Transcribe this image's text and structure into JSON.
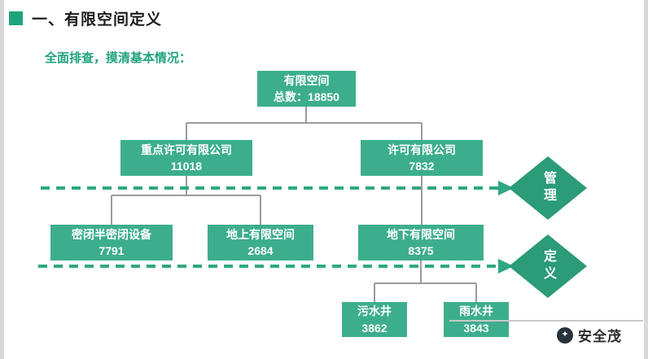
{
  "header": {
    "title": "一、有限空间定义"
  },
  "intro": {
    "text": "全面排查，摸清基本情况："
  },
  "org_chart": {
    "root": {
      "name": "有限空间",
      "value": "总数：18850"
    },
    "level2": [
      {
        "name": "重点许可有限公司",
        "value": "11018"
      },
      {
        "name": "许可有限公司",
        "value": "7832"
      }
    ],
    "level3": [
      {
        "name": "密闭半密闭设备",
        "value": "7791"
      },
      {
        "name": "地上有限空间",
        "value": "2684"
      },
      {
        "name": "地下有限空间",
        "value": "8375"
      }
    ],
    "level4": [
      {
        "name": "污水井",
        "value": "3862"
      },
      {
        "name": "雨水井",
        "value": "3843"
      }
    ]
  },
  "annotations": [
    {
      "label": "管理"
    },
    {
      "label": "定义"
    }
  ],
  "footer": {
    "brand": "安全茂",
    "logo_glyph": "✦"
  },
  "colors": {
    "box_green": "#3dae8d",
    "diamond_green": "#2b9b78",
    "accent_green": "#1fa37c",
    "connector_gray": "#9b9b9b",
    "edge_gray": "#d9d9d9"
  }
}
